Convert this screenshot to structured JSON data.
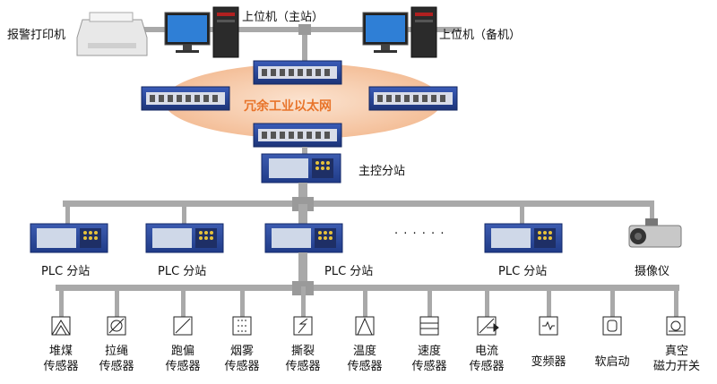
{
  "top": {
    "printer": "报警打印机",
    "host_main": "上位机（主站）",
    "host_backup": "上位机（备机）"
  },
  "network": {
    "label": "冗余工业以太网"
  },
  "main_station": {
    "label": "主控分站"
  },
  "plc": {
    "labels": [
      "PLC 分站",
      "PLC 分站",
      "PLC 分站",
      "PLC 分站"
    ],
    "ellipsis": "· · · · · ·"
  },
  "camera": {
    "label": "摄像仪"
  },
  "sensors": [
    {
      "line1": "堆煤",
      "line2": "传感器"
    },
    {
      "line1": "拉绳",
      "line2": "传感器"
    },
    {
      "line1": "跑偏",
      "line2": "传感器"
    },
    {
      "line1": "烟雾",
      "line2": "传感器"
    },
    {
      "line1": "撕裂",
      "line2": "传感器"
    },
    {
      "line1": "温度",
      "line2": "传感器"
    },
    {
      "line1": "速度",
      "line2": "传感器"
    },
    {
      "line1": "电流",
      "line2": "传感器"
    },
    {
      "line1": "变频器",
      "line2": ""
    },
    {
      "line1": "软启动",
      "line2": ""
    },
    {
      "line1": "真空",
      "line2": "磁力开关"
    }
  ],
  "colors": {
    "bus": "#a9a9a9",
    "device_blue": "#2b4a9a",
    "ellipse": "#f6c9a8",
    "net_text": "#e8742a"
  }
}
